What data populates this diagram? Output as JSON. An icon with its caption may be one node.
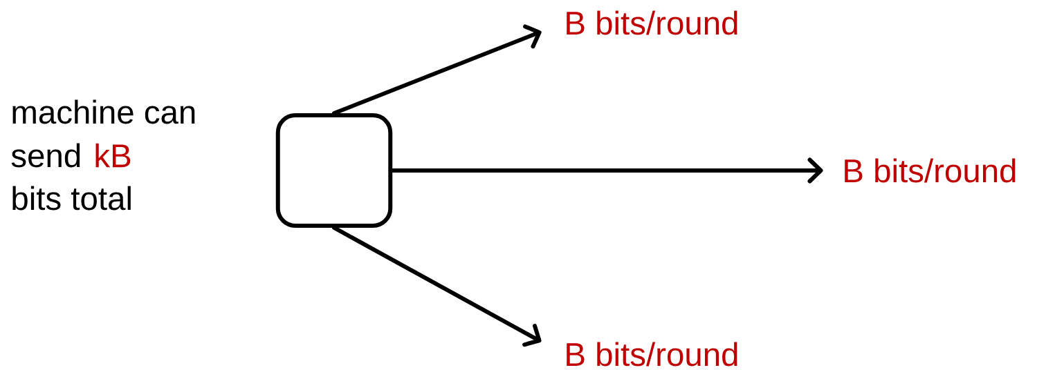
{
  "diagram": {
    "nodes": [
      {
        "text": [],
        "shape": "box"
      },
      {
        "text": [
          "B bits/round"
        ]
      },
      {
        "text": [
          "B bits/round"
        ]
      },
      {
        "text": [
          "B bits/round"
        ]
      }
    ],
    "edges": [
      {
        "from": 0,
        "to": 1,
        "arrow": "to"
      },
      {
        "from": 0,
        "to": 2,
        "arrow": "to"
      },
      {
        "from": 0,
        "to": 3,
        "arrow": "to"
      }
    ],
    "labels": [
      "machine can",
      "send",
      "kB",
      "bits total"
    ]
  }
}
